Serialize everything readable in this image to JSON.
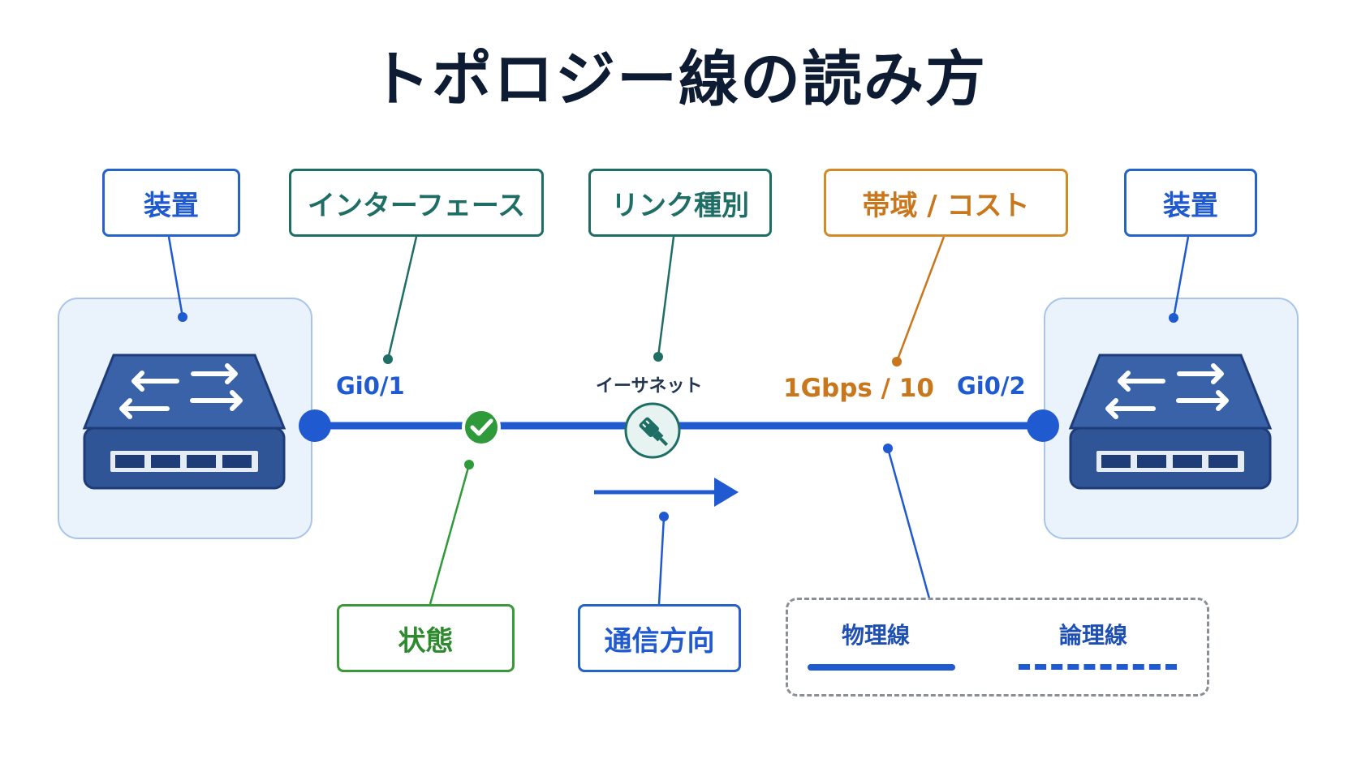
{
  "title": "トポロジー線の読み方",
  "callouts": {
    "device_left": "装置",
    "interface": "インターフェース",
    "link_type": "リンク種別",
    "bandwidth_cost": "帯域 / コスト",
    "device_right": "装置",
    "status": "状態",
    "direction": "通信方向"
  },
  "labels": {
    "port_left": "Gi0/1",
    "port_right": "Gi0/2",
    "link_medium": "イーサネット",
    "bandwidth_value": "1Gbps / 10"
  },
  "legend": {
    "physical": "物理線",
    "logical": "論理線"
  },
  "icons": {
    "status": "check-circle-icon",
    "link_type": "ethernet-plug-icon",
    "device": "network-switch-icon",
    "direction": "arrow-right-icon"
  },
  "colors": {
    "link": "#1f5ad0",
    "device_body": "#3a62a8",
    "status_ok": "#2f9a3a",
    "link_type": "#1f6e66",
    "bandwidth": "#c9771c",
    "title": "#0d1b33"
  }
}
